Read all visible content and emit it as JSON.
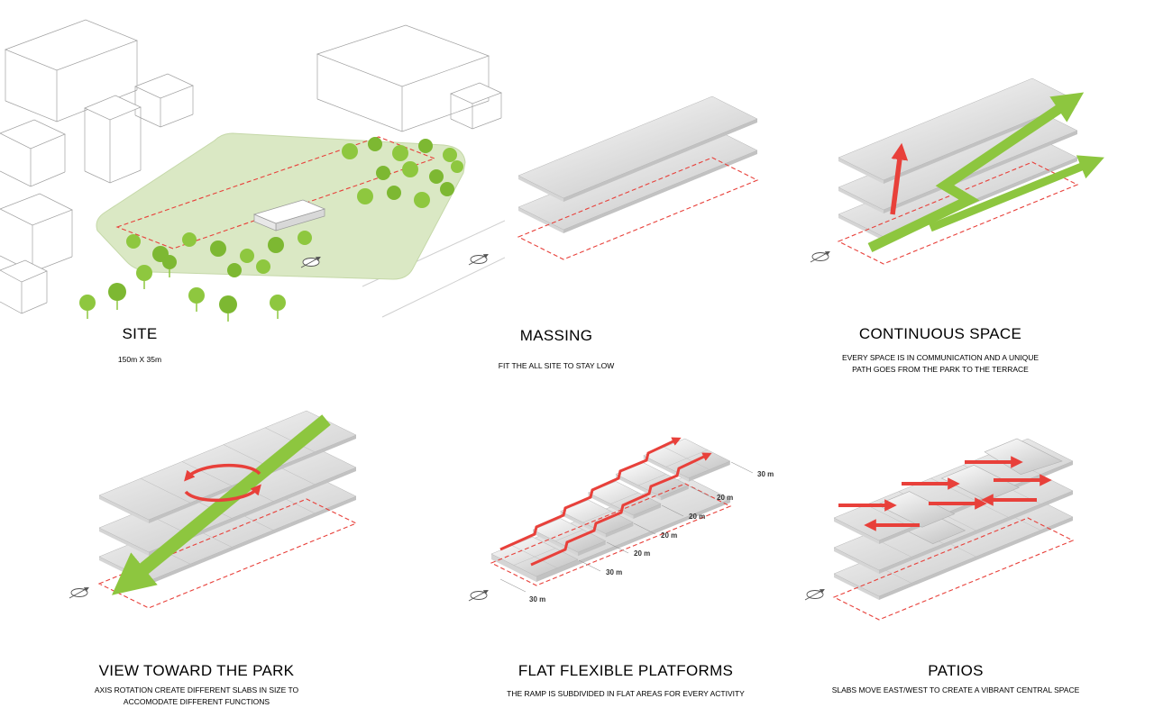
{
  "colors": {
    "arrow_green": "#8dc63f",
    "arrow_red": "#e8403a",
    "site_outline_red": "#e8403a",
    "park_green": "#dae8c4",
    "tree_green": "#8ec73f",
    "slab_gray": "#c4c4c4"
  },
  "panels": [
    {
      "id": "site",
      "title": "SITE",
      "subtitle": "150m X 35m"
    },
    {
      "id": "massing",
      "title": "MASSING",
      "subtitle": "FIT THE ALL SITE TO STAY LOW"
    },
    {
      "id": "continuous-space",
      "title": "CONTINUOUS SPACE",
      "subtitle": "EVERY SPACE IS IN COMMUNICATION AND A UNIQUE PATH GOES FROM THE PARK TO THE TERRACE"
    },
    {
      "id": "view-toward-the-park",
      "title": "VIEW TOWARD THE PARK",
      "subtitle": "AXIS ROTATION CREATE DIFFERENT SLABS IN SIZE TO ACCOMODATE DIFFERENT FUNCTIONS"
    },
    {
      "id": "flat-flexible-platforms",
      "title": "FLAT FLEXIBLE PLATFORMS",
      "subtitle": "THE RAMP IS SUBDIVIDED IN FLAT AREAS FOR EVERY ACTIVITY",
      "dimension_labels": [
        "30 m",
        "20 m",
        "20 m",
        "20 m",
        "20 m",
        "30 m",
        "30 m"
      ]
    },
    {
      "id": "patios",
      "title": "PATIOS",
      "subtitle": "SLABS MOVE EAST/WEST TO CREATE A VIBRANT CENTRAL SPACE"
    }
  ]
}
